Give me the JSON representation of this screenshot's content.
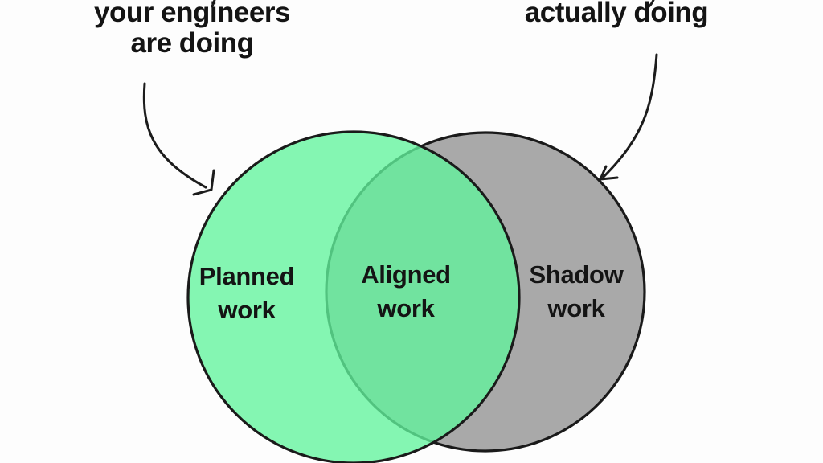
{
  "annotations": {
    "left_text": "your engineers\nare doing",
    "right_text": "actually doing"
  },
  "venn": {
    "left_circle_label": "Planned\nwork",
    "overlap_label": "Aligned\nwork",
    "right_circle_label": "Shadow\nwork"
  },
  "colors": {
    "background": "#fdfdfd",
    "left_circle_fill": "rgba(97, 244, 156, 0.78)",
    "left_circle_observed": "#8cf7b3",
    "overlap_observed": "#74e8a3",
    "right_circle_fill": "#a9a9a9",
    "outline": "#1a1a1a",
    "text": "#141414"
  }
}
